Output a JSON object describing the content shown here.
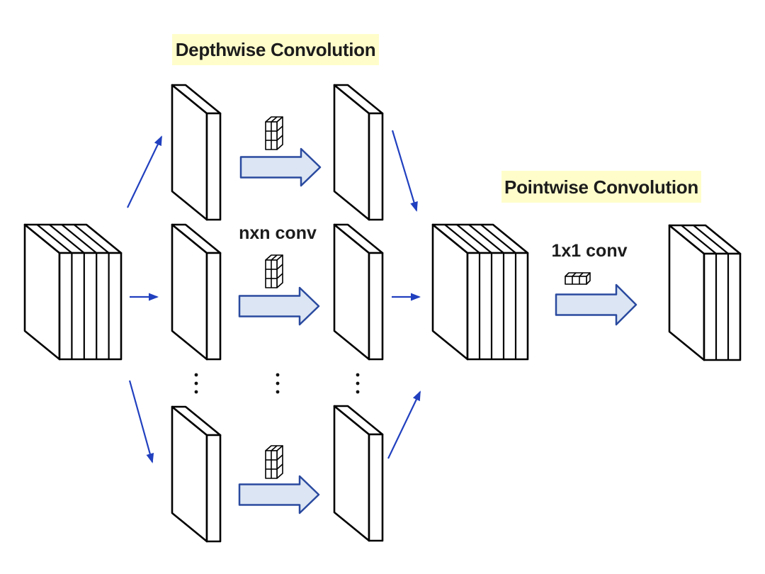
{
  "diagram": {
    "title_depthwise": "Depthwise Convolution",
    "title_pointwise": "Pointwise Convolution",
    "depthwise_kernel_label": "nxn conv",
    "pointwise_kernel_label": "1x1 conv",
    "input_slab_count": 5,
    "depthwise_branches_shown": 3,
    "depthwise_output_slab_count": 5,
    "pointwise_output_slab_count": 3,
    "ellipsis_glyph": "vertical-dots"
  },
  "labels": {
    "depthwise_title": "Depthwise Convolution",
    "pointwise_title": "Pointwise Convolution",
    "nxn_conv": "nxn conv",
    "one_by_one_conv": "1x1 conv"
  },
  "colors": {
    "background": "#ffffff",
    "shape_fill": "#ffffff",
    "shape_stroke": "#000000",
    "block_arrow_fill": "#dbe5f3",
    "block_arrow_stroke": "#2a4a9f",
    "line_arrow": "#2140bf",
    "highlight_bg": "#fffecb",
    "text": "#1c1c1c",
    "dots": "#111111"
  }
}
